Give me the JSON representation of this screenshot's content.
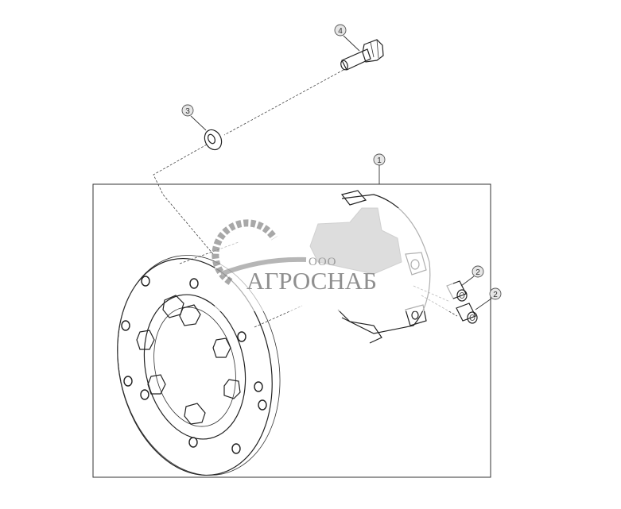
{
  "diagram": {
    "callouts": [
      {
        "id": "callout-4",
        "label": "4"
      },
      {
        "id": "callout-3",
        "label": "3"
      },
      {
        "id": "callout-1",
        "label": "1"
      },
      {
        "id": "callout-2a",
        "label": "2"
      },
      {
        "id": "callout-2b",
        "label": "2"
      }
    ]
  },
  "watermark": {
    "prefix": "ООО",
    "name": "АГРОСНАБ"
  },
  "colors": {
    "line": "#222222",
    "callout_fill": "#e6e6e6",
    "watermark": "#8f8f8f"
  }
}
